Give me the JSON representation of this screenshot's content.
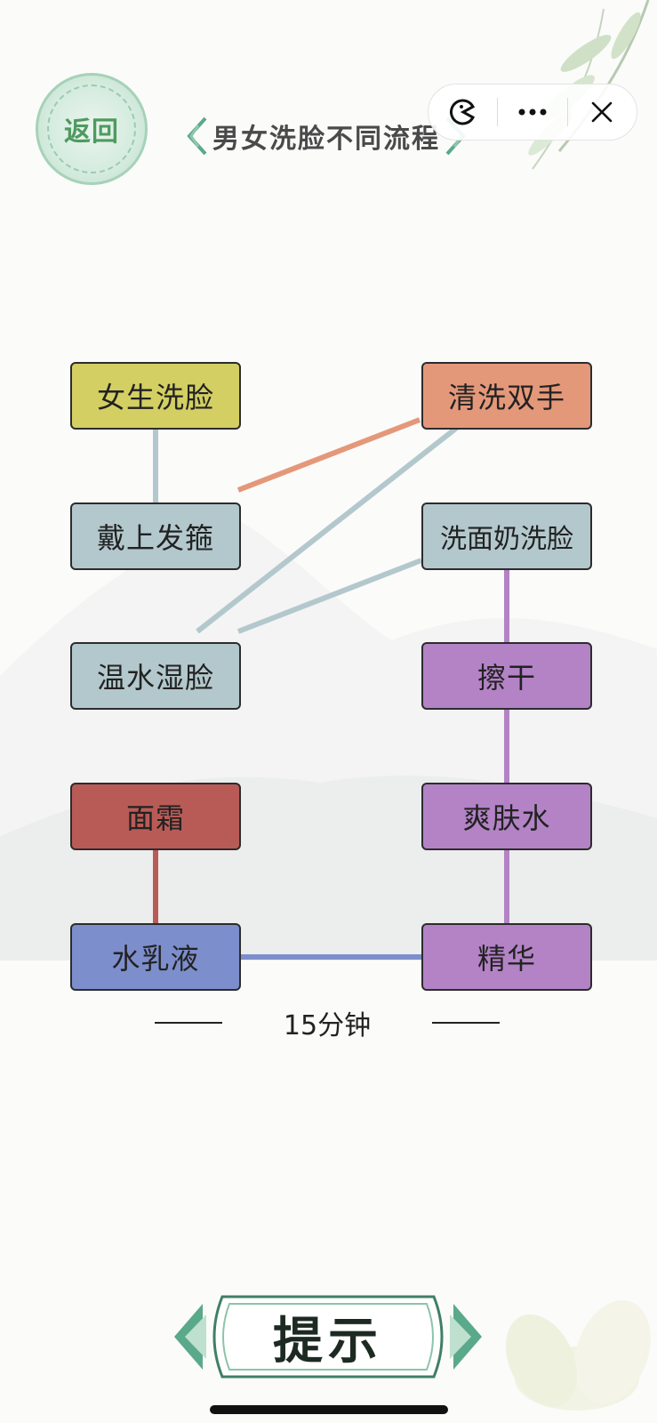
{
  "header": {
    "back_label": "返回",
    "title": "男女洗脸不同流程"
  },
  "capsule": {
    "game_icon": "pacman-icon",
    "more_icon": "more-dots-icon",
    "close_icon": "close-icon"
  },
  "nodes": {
    "female_wash": {
      "label": "女生洗脸",
      "color": "#d3cf63"
    },
    "headband": {
      "label": "戴上发箍",
      "color": "#b3c8cd"
    },
    "warm_water": {
      "label": "温水湿脸",
      "color": "#b3c8cd"
    },
    "cream": {
      "label": "面霜",
      "color": "#b85b57"
    },
    "lotion": {
      "label": "水乳液",
      "color": "#7d8ecc"
    },
    "wash_hands": {
      "label": "清洗双手",
      "color": "#e4987a"
    },
    "cleanser": {
      "label": "洗面奶洗脸",
      "color": "#b3c8cd"
    },
    "dry": {
      "label": "擦干",
      "color": "#b383c6"
    },
    "toner": {
      "label": "爽肤水",
      "color": "#b383c6"
    },
    "essence": {
      "label": "精华",
      "color": "#b383c6"
    }
  },
  "connectors": [
    {
      "from": "female_wash",
      "to": "headband",
      "color": "#b3c8cd"
    },
    {
      "from": "headband",
      "to": "wash_hands",
      "color": "#e4987a"
    },
    {
      "from": "wash_hands",
      "to": "warm_water",
      "color": "#b3c8cd"
    },
    {
      "from": "warm_water",
      "to": "cleanser",
      "color": "#b3c8cd"
    },
    {
      "from": "cleanser",
      "to": "dry",
      "color": "#b383c6"
    },
    {
      "from": "dry",
      "to": "toner",
      "color": "#b383c6"
    },
    {
      "from": "toner",
      "to": "essence",
      "color": "#b383c6"
    },
    {
      "from": "essence",
      "to": "lotion",
      "color": "#7d8ecc"
    },
    {
      "from": "lotion",
      "to": "cream",
      "color": "#b85b57"
    }
  ],
  "footer": {
    "time_label": "15分钟",
    "hint_label": "提示"
  },
  "colors": {
    "accent_green": "#4f9a60",
    "border": "#2c2c2c"
  }
}
